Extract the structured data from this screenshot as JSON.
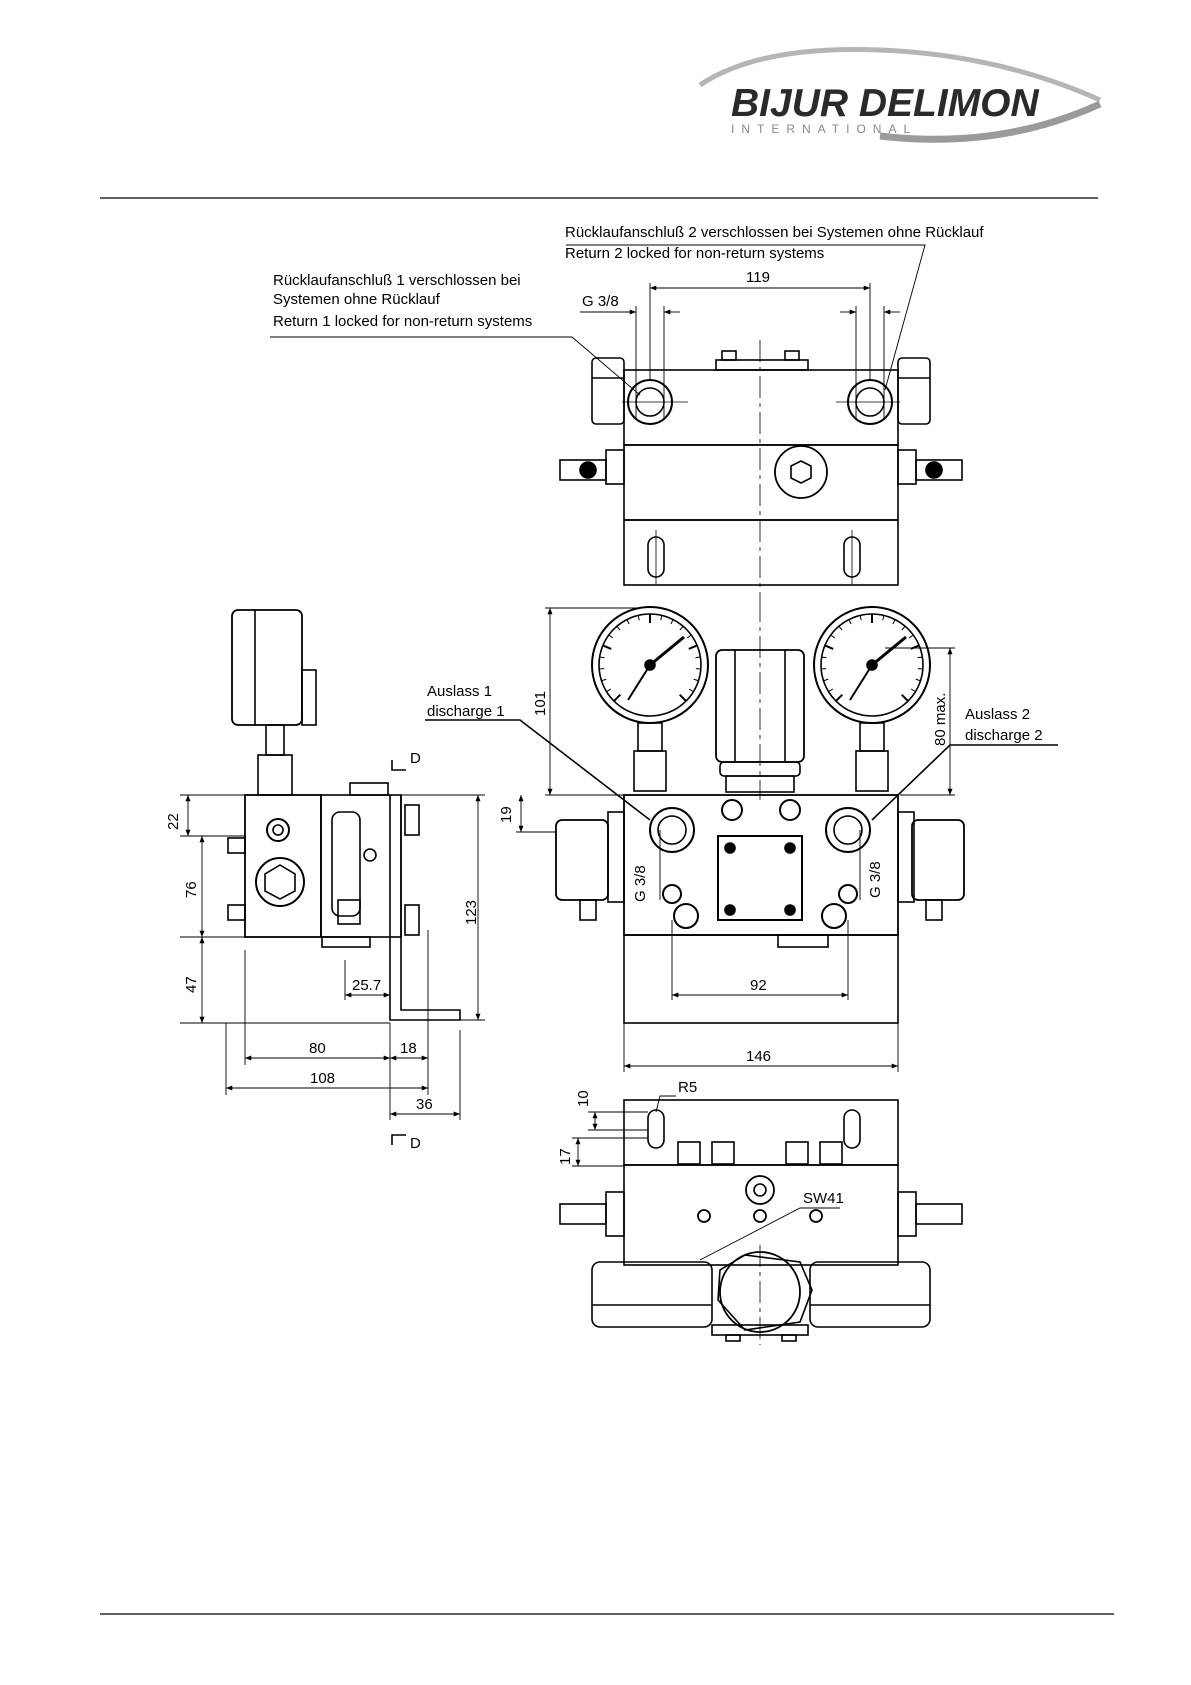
{
  "logo": {
    "brand": "BIJUR DELIMON",
    "sub": "INTERNATIONAL"
  },
  "annotations": {
    "return2_de": "Rücklaufanschluß 2 verschlossen bei Systemen ohne Rücklauf",
    "return2_en": "Return 2 locked for non-return systems",
    "return1_de_line1": "Rücklaufanschluß 1 verschlossen bei",
    "return1_de_line2": "Systemen ohne Rücklauf",
    "return1_en": "Return 1 locked for non-return systems",
    "outlet1_de": "Auslass 1",
    "outlet1_en": "discharge 1",
    "outlet2_de": "Auslass 2",
    "outlet2_en": "discharge 2",
    "thread": "G 3/8",
    "radius": "R5",
    "wrench": "SW41",
    "section": "D"
  },
  "dimensions": {
    "top_119": "119",
    "top_g38": "G 3/8",
    "front_101": "101",
    "front_80max": "80 max.",
    "front_19": "19",
    "front_92": "92",
    "front_146": "146",
    "front_g38_left": "G 3/8",
    "front_g38_right": "G 3/8",
    "side_22": "22",
    "side_76": "76",
    "side_47": "47",
    "side_123": "123",
    "side_25_7": "25.7",
    "side_80": "80",
    "side_18": "18",
    "side_108": "108",
    "side_36": "36",
    "bottom_10": "10",
    "bottom_17": "17"
  },
  "colors": {
    "line": "#000000",
    "logo_gray": "#2a2a2a",
    "logo_swoosh": "#9a9a9a"
  }
}
